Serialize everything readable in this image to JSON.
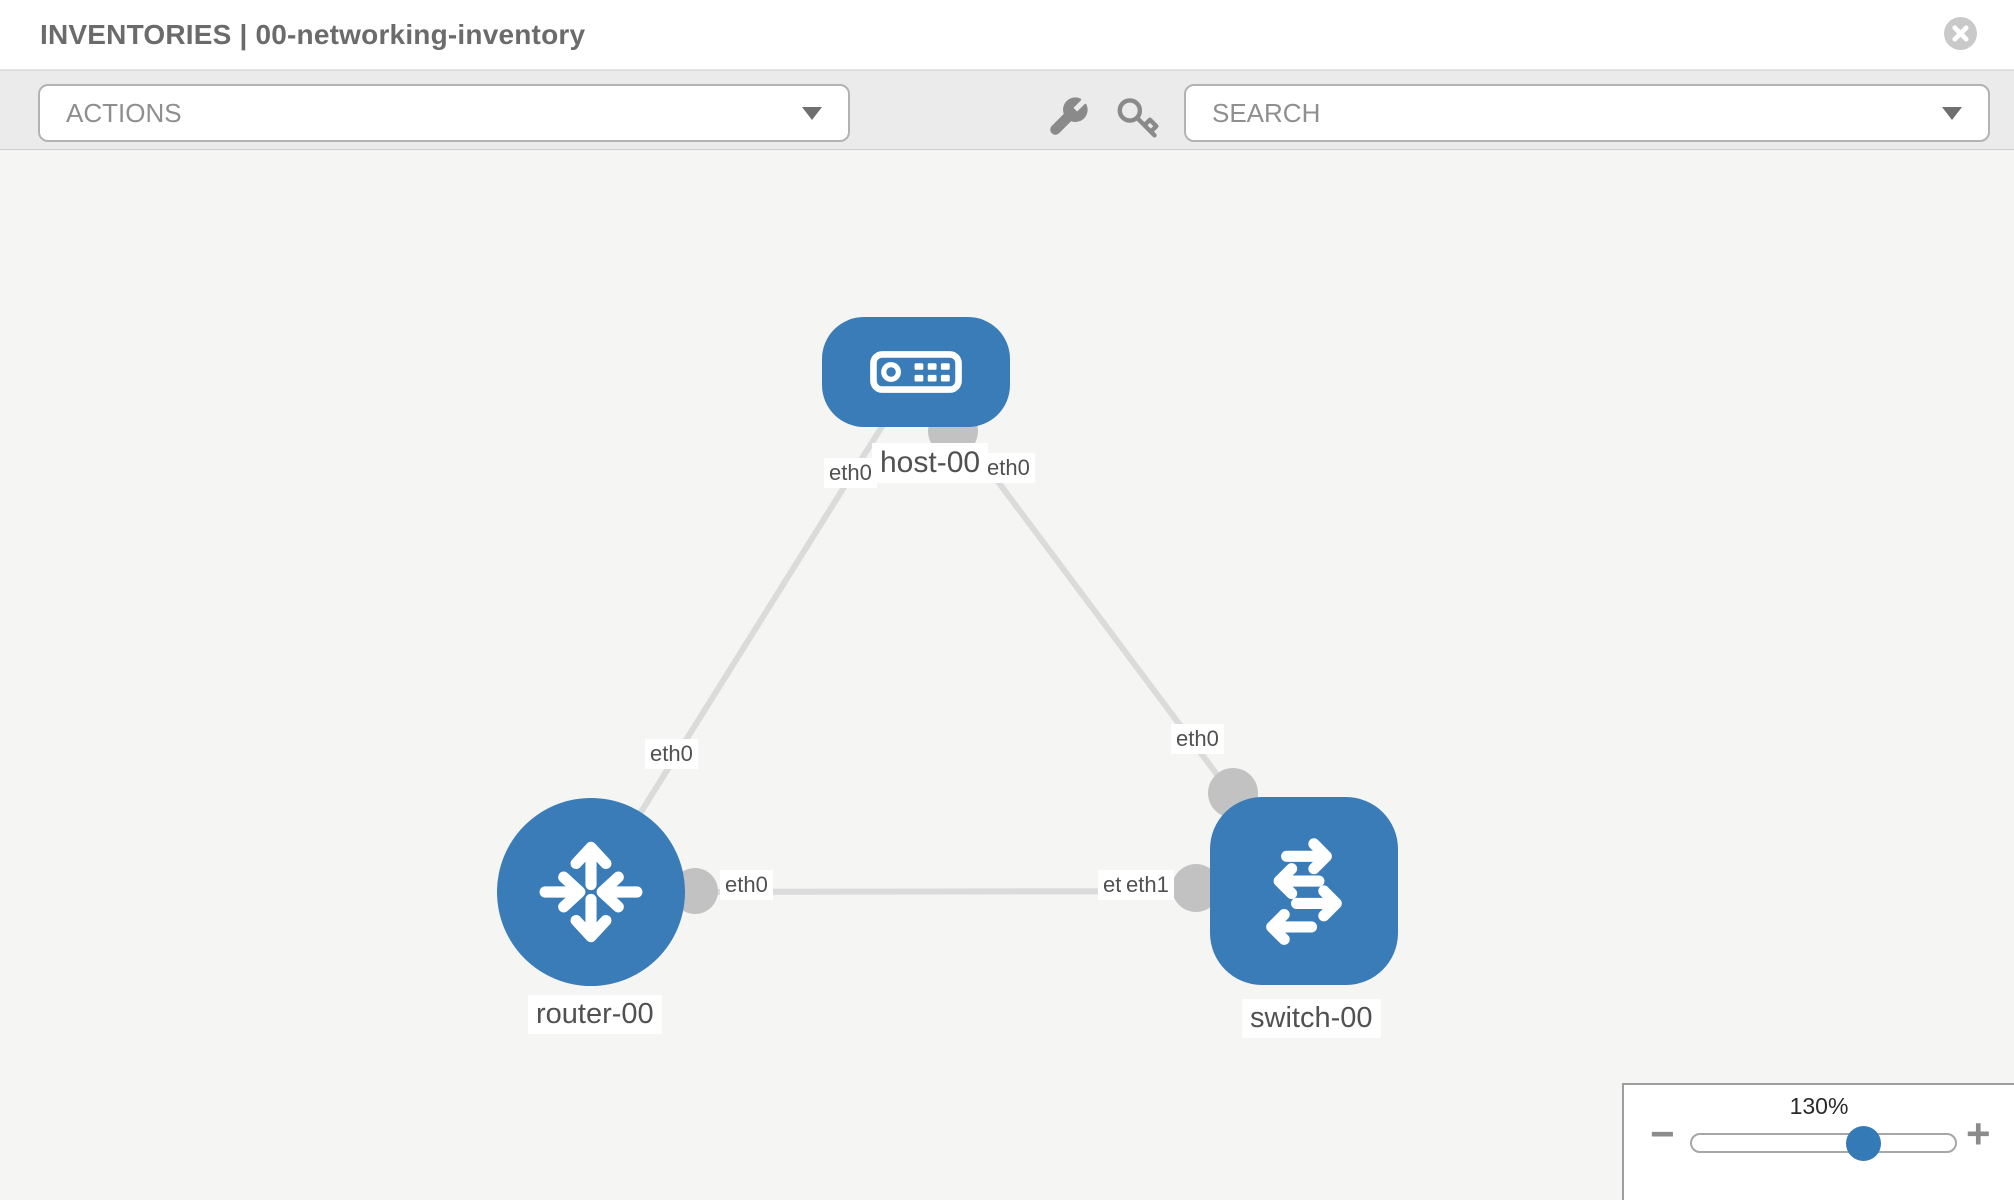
{
  "header": {
    "title": "INVENTORIES | 00-networking-inventory"
  },
  "toolbar": {
    "actions_label": "ACTIONS",
    "search_placeholder": "SEARCH"
  },
  "canvas": {
    "nodes": [
      {
        "label": "host-00",
        "type": "host"
      },
      {
        "label": "router-00",
        "type": "router"
      },
      {
        "label": "switch-00",
        "type": "switch"
      }
    ],
    "links": [
      {
        "from": "host-00",
        "to": "router-00",
        "from_interface": "eth0",
        "to_interface": "eth0"
      },
      {
        "from": "host-00",
        "to": "switch-00",
        "from_interface": "eth0",
        "to_interface": "eth0"
      },
      {
        "from": "router-00",
        "to": "switch-00",
        "from_interface": "eth0",
        "to_interface": "eth1"
      }
    ],
    "interface_labels": [
      "eth0",
      "eth0",
      "eth0",
      "eth0",
      "eth0",
      "eth1",
      "eth1"
    ]
  },
  "zoom": {
    "level": "130%",
    "minus": "−",
    "plus": "+"
  },
  "colors": {
    "node_blue": "#3a7cb8",
    "edge_gray": "#dbdbdb",
    "connector_gray": "#c2c2c2",
    "toolbar_gray": "#ebebeb",
    "canvas_gray": "#f5f5f3"
  }
}
